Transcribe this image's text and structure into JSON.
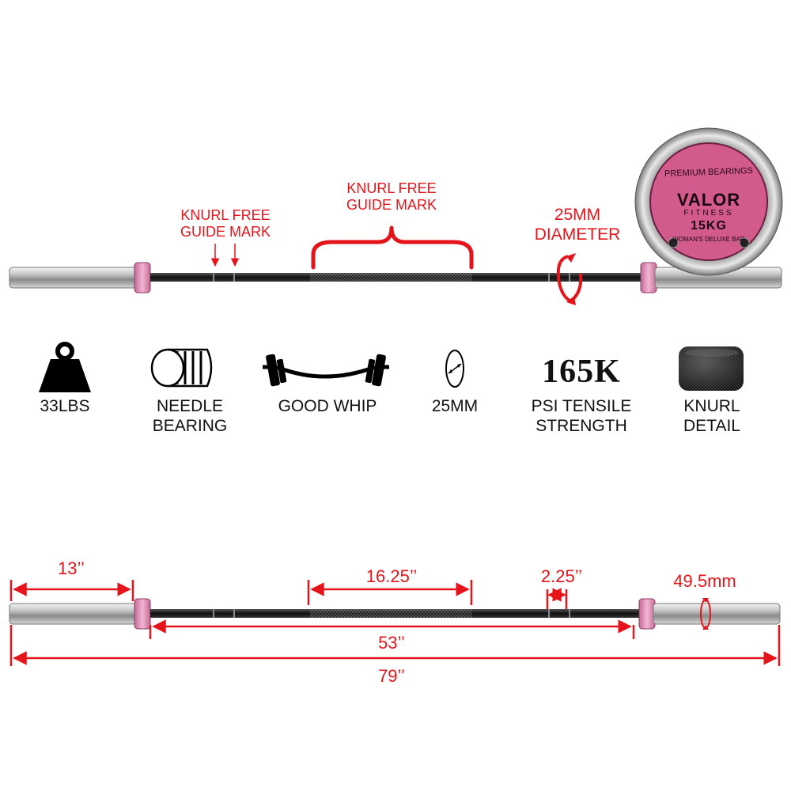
{
  "top_diagram": {
    "guide_mark_left": {
      "line1": "KNURL FREE",
      "line2": "GUIDE MARK"
    },
    "guide_mark_center": {
      "line1": "KNURL FREE",
      "line2": "GUIDE MARK"
    },
    "diameter": {
      "line1": "25MM",
      "line2": "DIAMETER"
    },
    "end_cap": {
      "arc_text": "PREMIUM BEARINGS",
      "brand": "VALOR",
      "sub_brand": "FITNESS",
      "weight": "15KG",
      "bottom_text": "WOMAN'S DELUXE BAR",
      "face_color": "#d35a8c"
    }
  },
  "features": [
    {
      "icon": "weight-icon",
      "line1": "33LBS",
      "line2": ""
    },
    {
      "icon": "needle-bearing-icon",
      "line1": "NEEDLE",
      "line2": "BEARING"
    },
    {
      "icon": "barbell-whip-icon",
      "line1": "GOOD WHIP",
      "line2": ""
    },
    {
      "icon": "diameter-icon",
      "line1": "25MM",
      "line2": ""
    },
    {
      "icon": "",
      "headline": "165K",
      "line1": "PSI TENSILE",
      "line2": "STRENGTH"
    },
    {
      "icon": "knurl-icon",
      "line1": "KNURL",
      "line2": "DETAIL"
    }
  ],
  "dimensions": {
    "sleeve_length": "13’’",
    "center_knurl": "16.25’’",
    "guide_gap": "2.25’’",
    "sleeve_diameter": "49.5mm",
    "shaft_length": "53’’",
    "total_length": "79’’"
  },
  "colors": {
    "accent": "#e5141b",
    "collar_pink": "#e08cb4",
    "shaft": "#1c1c1c"
  }
}
